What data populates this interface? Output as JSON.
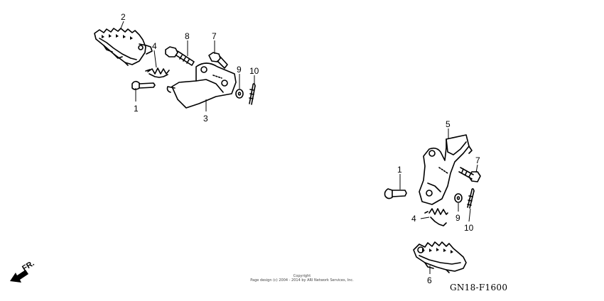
{
  "callouts": {
    "upper_1": "1",
    "upper_2": "2",
    "upper_3": "3",
    "upper_4": "4",
    "upper_7": "7",
    "upper_8": "8",
    "upper_9": "9",
    "upper_10": "10",
    "lower_1": "1",
    "lower_4": "4",
    "lower_5": "5",
    "lower_6": "6",
    "lower_7": "7",
    "lower_9": "9",
    "lower_10": "10"
  },
  "front_arrow_label": "FR.",
  "copyright_line1": "Copyright",
  "copyright_line2": "Page design (c) 2004 - 2014 by ARI Network Services, Inc.",
  "diagram_code": "GN18-F1600"
}
